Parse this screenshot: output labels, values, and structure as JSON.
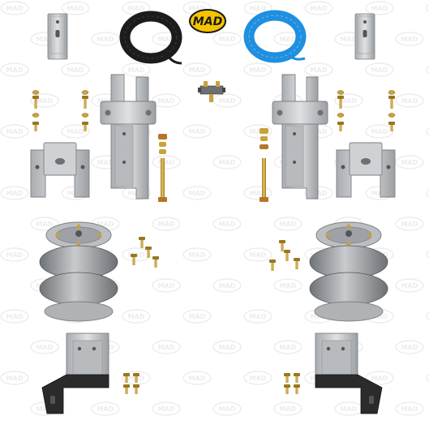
{
  "brand": {
    "logo_text": "MAD",
    "watermark_text": "MAD",
    "logo_bg": "#f5c400",
    "logo_fg": "#1a1a1a",
    "watermark_color": "#ececec"
  },
  "colors": {
    "metal": "#c4c6c9",
    "metal_dark": "#8d9094",
    "brass": "#c9a23a",
    "air_hose_black": "#1c1c1c",
    "air_hose_blue": "#1f8fe0",
    "bellows": "#9ea0a3"
  },
  "parts": [
    "top-plate",
    "black-air-line",
    "blue-air-line",
    "t-connector",
    "vertical-bracket",
    "bolt-set",
    "mount-plate",
    "threaded-rod",
    "air-spring",
    "lower-bracket"
  ]
}
